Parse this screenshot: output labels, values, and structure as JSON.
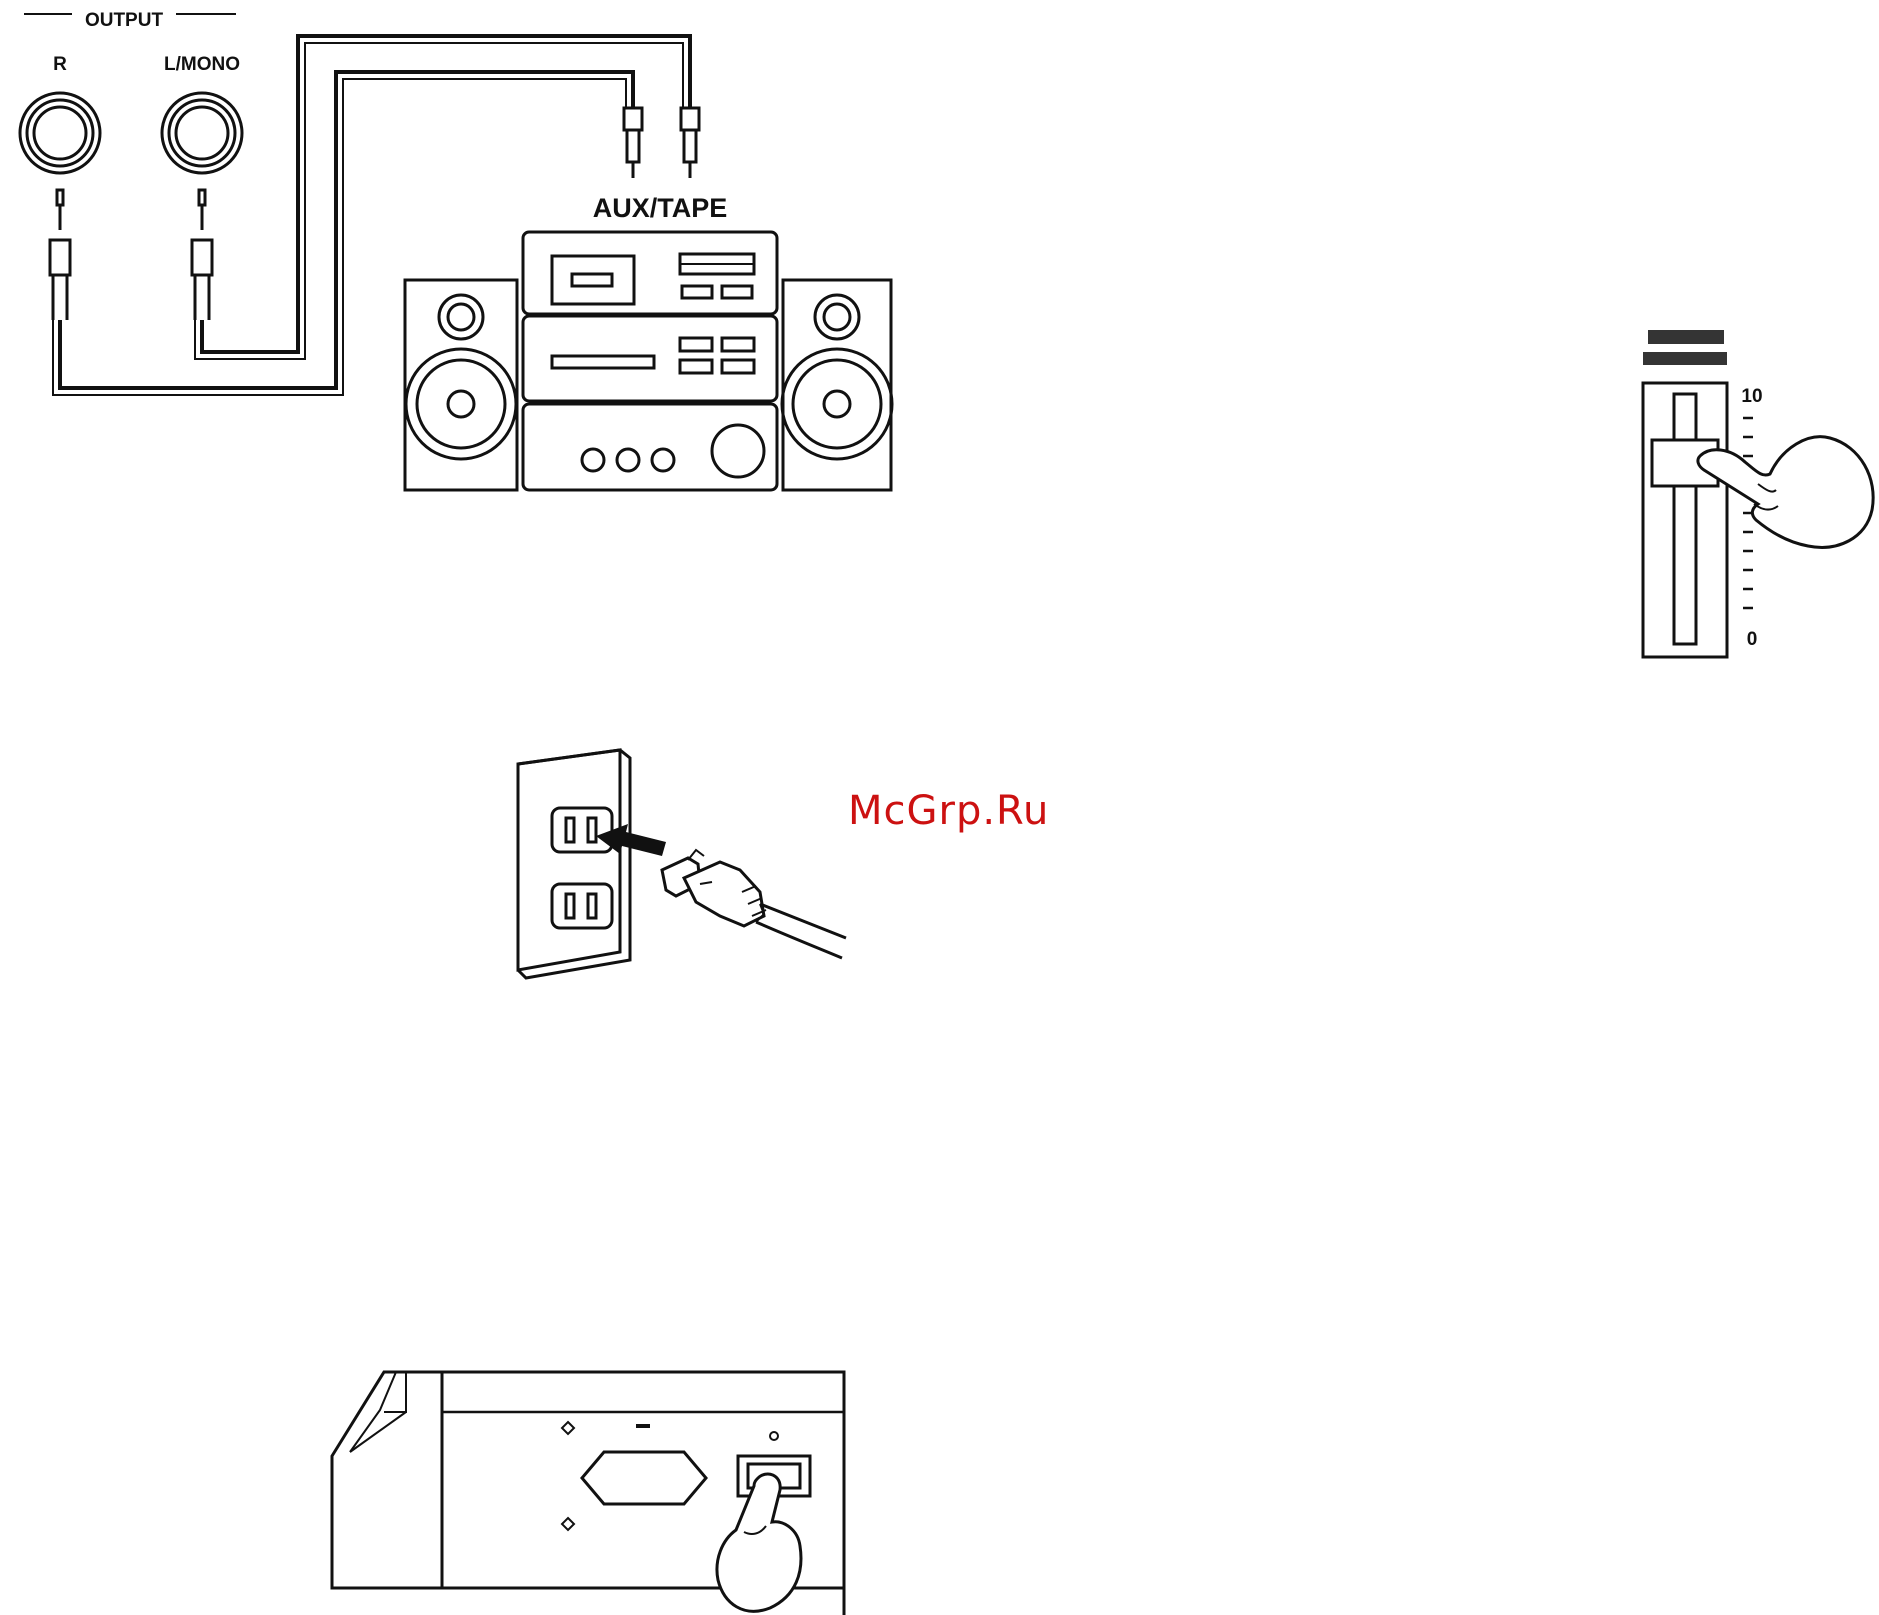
{
  "labels": {
    "output": "OUTPUT",
    "jack_r": "R",
    "jack_l_mono": "L/MONO",
    "aux_tape": "AUX/TAPE",
    "slider_top_value": "10",
    "slider_bottom_value": "0"
  },
  "watermark": {
    "text": "McGrp.Ru",
    "color": "#cc1111"
  },
  "colors": {
    "line": "#111111",
    "background": "#ffffff"
  }
}
